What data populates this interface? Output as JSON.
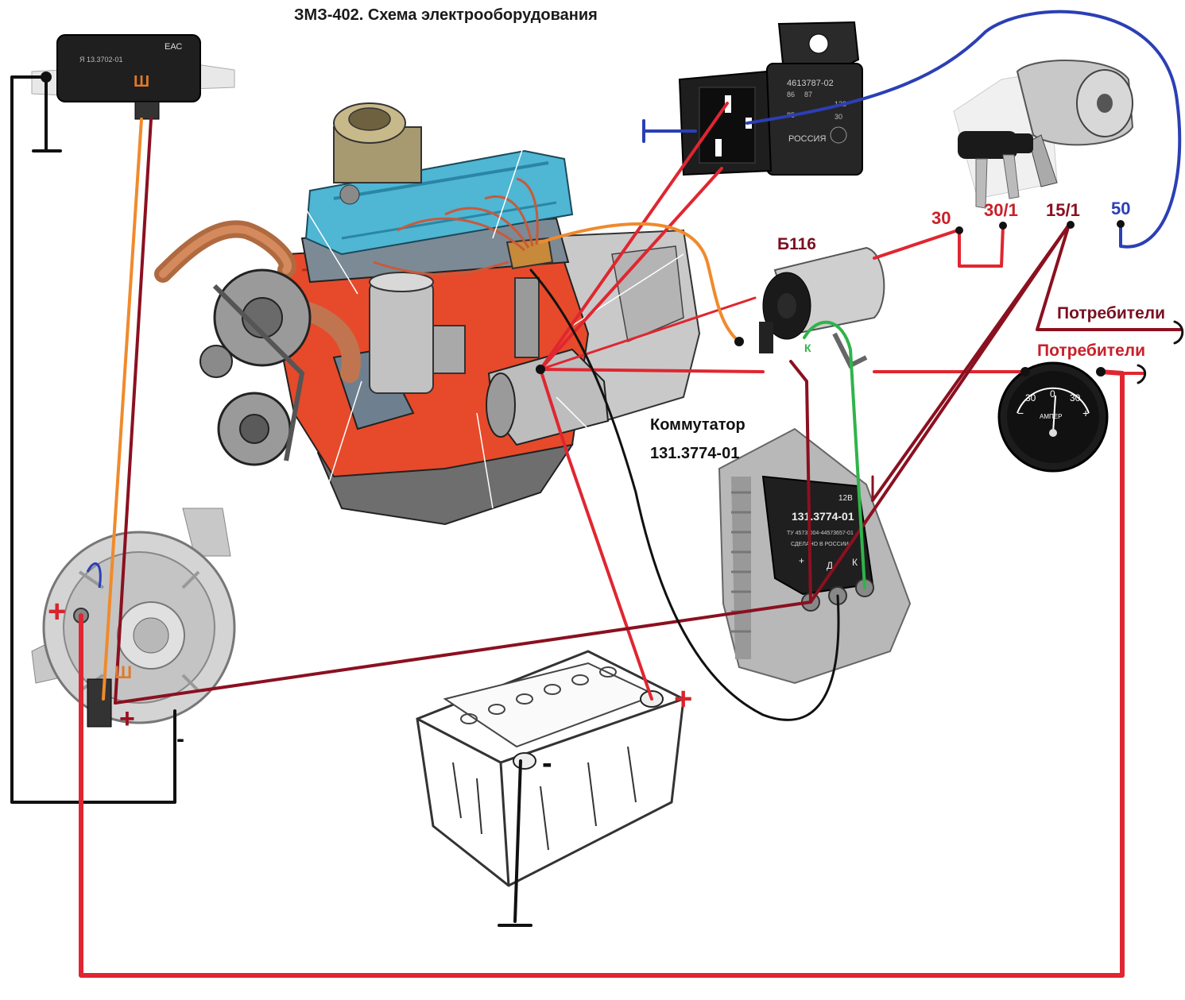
{
  "title": "ЗМЗ-402. Схема электрооборудования",
  "labels": {
    "ignition_coil": "Б116",
    "commutator_line1": "Коммутатор",
    "commutator_line2": "131.3774-01",
    "switch_30": "30",
    "switch_30_1": "30/1",
    "switch_15_1": "15/1",
    "switch_50": "50",
    "consumers_top": "Потребители",
    "consumers_bottom": "Потребители"
  },
  "component_texts": {
    "regulator_model": "Я 13.3702-01",
    "regulator_cert": "ЕАС",
    "relay_model": "4613787-02",
    "relay_origin": "РОССИЯ",
    "relay_pins": [
      "86",
      "87",
      "128",
      "85",
      "30"
    ],
    "commutator_model": "131.3774-01",
    "commutator_voltage": "12В",
    "commutator_ty": "ТУ 4573-004-44573657-01",
    "commutator_made": "СДЕЛАНО В РОССИИ",
    "commutator_pins": [
      "+",
      "Д",
      "К"
    ],
    "ammeter_label": "АМПЕР",
    "ammeter_scale": [
      "30",
      "0",
      "30"
    ],
    "ammeter_signs": [
      "−",
      "+"
    ],
    "coil_pin": "К"
  },
  "polarity_marks": {
    "alt_plus": "+",
    "alt_plus_exc": "+",
    "alt_minus": "-",
    "bat_plus": "+",
    "bat_minus": "-",
    "regulator_sh": "Ш",
    "alt_sh": "Ш"
  },
  "colors": {
    "power_red": "#d8242c",
    "dark_red": "#8b1020",
    "orange": "#f08a2c",
    "black": "#111111",
    "green": "#2fb44a",
    "blue": "#2b3fb5"
  }
}
